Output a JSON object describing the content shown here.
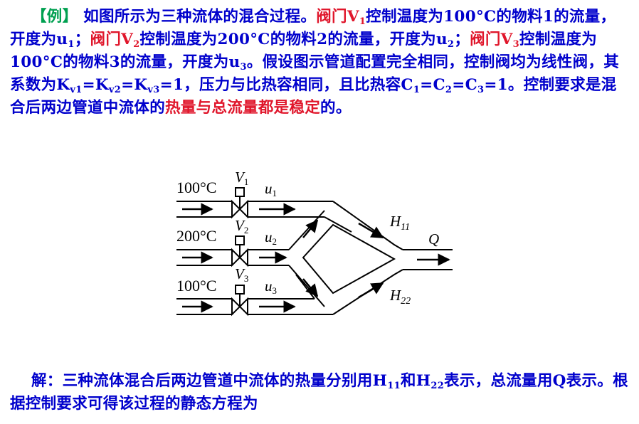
{
  "intro": {
    "example_tag": "【例】",
    "p1": "如图所示为三种流体的混合过程。",
    "valve1_red": "阀门V",
    "valve1_sub": "1",
    "p2": "控制温度为100°C的物料1的流量，开度为u",
    "u1_sub": "1",
    "p3": "；",
    "valve2_red": "阀门V",
    "valve2_sub": "2",
    "p4": "控制温度为200°C的物料2的流量，开度为u",
    "u2_sub": "2",
    "p5": "；",
    "valve3_red": "阀门V",
    "valve3_sub": "3",
    "p6": "控制温度为100°C的物料3的流量，开度为u",
    "u3_sub": "3",
    "p7": "。假设图示管道配置完全相同，控制阀均为线性阀，其系数为K",
    "kv1_sub": "v1",
    "eq1": "=K",
    "kv2_sub": "v2",
    "eq2": "=K",
    "kv3_sub": "v3",
    "p8": "=1，压力与比热容相同，且比热容C",
    "c1_sub": "1",
    "eq3": "=C",
    "c2_sub": "2",
    "eq4": "=C",
    "c3_sub": "3",
    "p9": "=1。控制要求是混合后两边管道中流体的",
    "goal_red": "热量与总流量都是稳定",
    "p10": "的。"
  },
  "diagram": {
    "temp1": "100°C",
    "temp2": "200°C",
    "temp3": "100°C",
    "v1": "V",
    "v1_sub": "1",
    "v2": "V",
    "v2_sub": "2",
    "v3": "V",
    "v3_sub": "3",
    "u1": "u",
    "u1_sub": "1",
    "u2": "u",
    "u2_sub": "2",
    "u3": "u",
    "u3_sub": "3",
    "h11": "H",
    "h11_sub": "11",
    "h22": "H",
    "h22_sub": "22",
    "q": "Q"
  },
  "solution": {
    "s1": "解：三种流体混合后两边管道中流体的热量分别用H",
    "h11_sub": "11",
    "s2": "和H",
    "h22_sub": "22",
    "s3": "表示，总流量用Q表示。根据控制要求可得该过程的静态方程为"
  },
  "colors": {
    "text_blue": "#0000cc",
    "highlight_red": "#e0162b",
    "tag_green": "#00a050",
    "diagram_black": "#000000"
  }
}
